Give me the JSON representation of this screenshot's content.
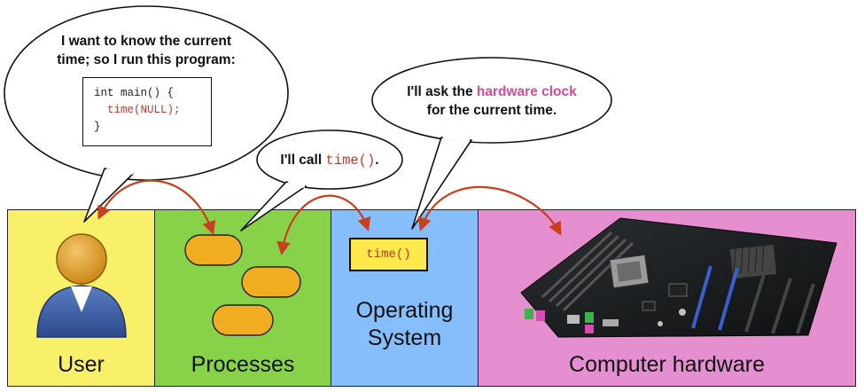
{
  "panels": {
    "user": {
      "label": "User",
      "color": "#f9f06a"
    },
    "processes": {
      "label": "Processes",
      "color": "#88d24a"
    },
    "os": {
      "label_line1": "Operating",
      "label_line2": "System",
      "color": "#86bdfb"
    },
    "hardware": {
      "label": "Computer hardware",
      "color": "#e58fd0"
    }
  },
  "user_bubble": {
    "line1": "I want to know the current",
    "line2": "time; so I run this program:",
    "code": [
      "int main() {",
      "  time(NULL);",
      "}"
    ]
  },
  "process_bubble": {
    "prefix": "I'll call ",
    "code": "time()",
    "suffix": "."
  },
  "os_bubble": {
    "line1_prefix": "I'll ask the ",
    "line1_highlight": "hardware clock",
    "line2": "for the current time."
  },
  "os_call_box": {
    "code": "time()"
  },
  "icons": [
    "user-icon",
    "process-blob-icon",
    "motherboard-icon"
  ],
  "colors": {
    "arrow": "#c8401e",
    "process_blob": "#f0ad22",
    "code_highlight": "#c0392b",
    "text_highlight": "#d64b9b"
  }
}
